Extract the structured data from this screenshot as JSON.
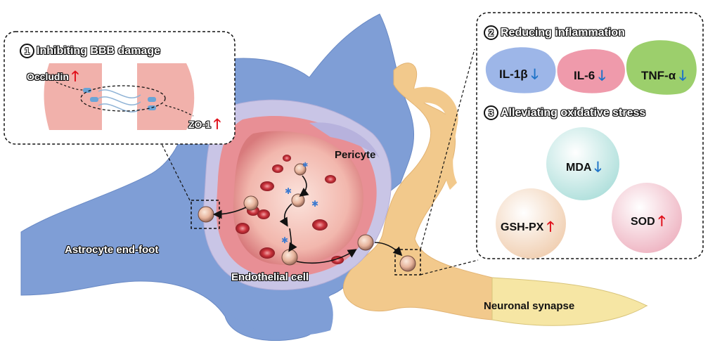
{
  "panel_bbb": {
    "heading": "Inhibiting BBB damage",
    "number": "1",
    "occludin": {
      "label": "Occludin",
      "direction": "up"
    },
    "zo1": {
      "label": "ZO-1",
      "direction": "up"
    }
  },
  "panel_inflammation": {
    "heading": "Reducing inflammation",
    "number": "2",
    "markers": [
      {
        "label": "IL-1β",
        "direction": "down",
        "color": "#9db6e8"
      },
      {
        "label": "IL-6",
        "direction": "down",
        "color": "#ef9aab"
      },
      {
        "label": "TNF-α",
        "direction": "down",
        "color": "#9ccf6c"
      }
    ]
  },
  "panel_oxidative": {
    "heading": "Alleviating oxidative stress",
    "number": "3",
    "markers": [
      {
        "label": "MDA",
        "direction": "down",
        "color": "#bfe6e3"
      },
      {
        "label": "GSH-PX",
        "direction": "up",
        "color": "#f6dcc4"
      },
      {
        "label": "SOD",
        "direction": "up",
        "color": "#f3c4cf"
      }
    ]
  },
  "labels": {
    "pericyte": "Pericyte",
    "astrocyte": "Astrocyte end-foot",
    "endothelial": "Endothelial cell",
    "synapse": "Neuronal synapse"
  },
  "colors": {
    "astrocyte": "#7f9ed6",
    "neuron": "#f2c98c",
    "vessel_outer": "#c9c5e6",
    "vessel_wall": "#e88f95",
    "lumen": "#f7c9c2",
    "rbc": "#c9323b",
    "up_arrow": "#e0101a",
    "down_arrow": "#1f73c8"
  }
}
